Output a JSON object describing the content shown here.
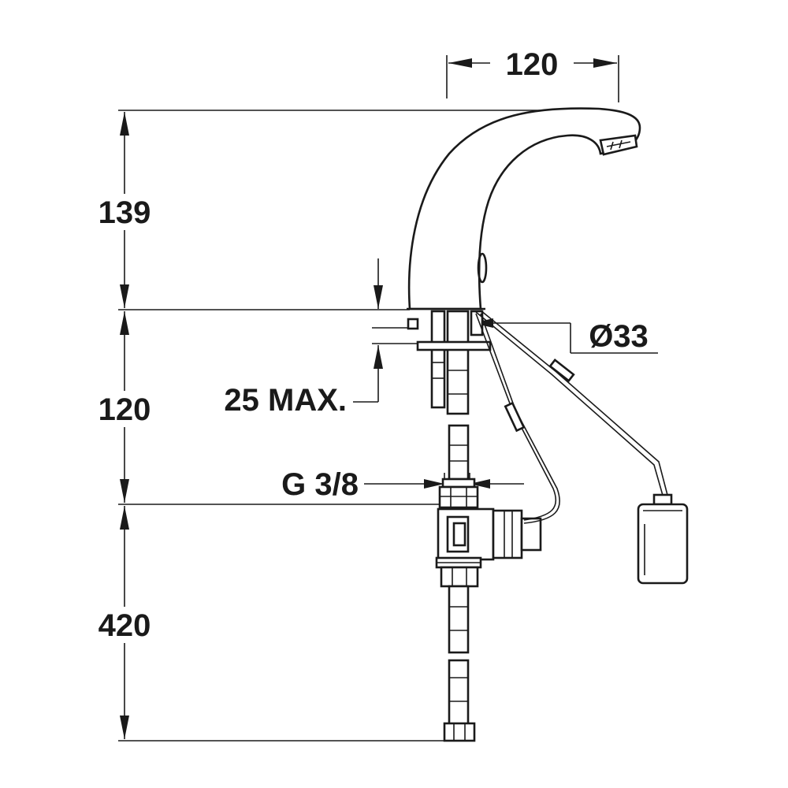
{
  "dimensions": {
    "spout_reach": "120",
    "spout_height": "139",
    "connection_length": "120",
    "deck_thickness": "25 MAX.",
    "hole_diameter": "Ø33",
    "thread": "G 3/8",
    "hose_length": "420"
  }
}
